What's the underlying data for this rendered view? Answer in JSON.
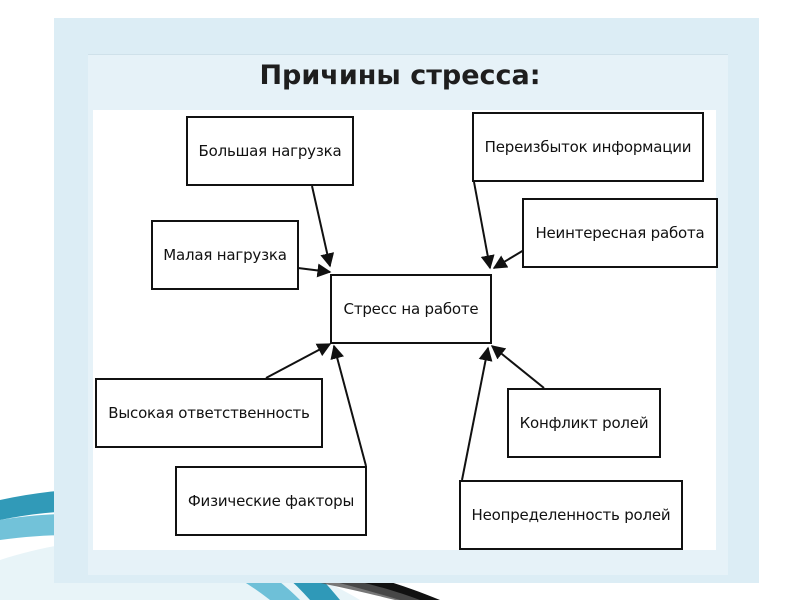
{
  "title": "Причины стресса:",
  "center": "Стресс на работе",
  "causes": {
    "big_load": "Большая нагрузка",
    "info_overload": "Переизбыток информации",
    "small_load": "Малая нагрузка",
    "boring_work": "Неинтересная работа",
    "high_responsibility": "Высокая ответственность",
    "role_conflict": "Конфликт ролей",
    "physical_factors": "Физические факторы",
    "role_uncertainty": "Неопределенность ролей"
  },
  "colors": {
    "slide_bg": "#dcedf5",
    "box_border": "#111111",
    "accent": "#1b8fb0"
  }
}
